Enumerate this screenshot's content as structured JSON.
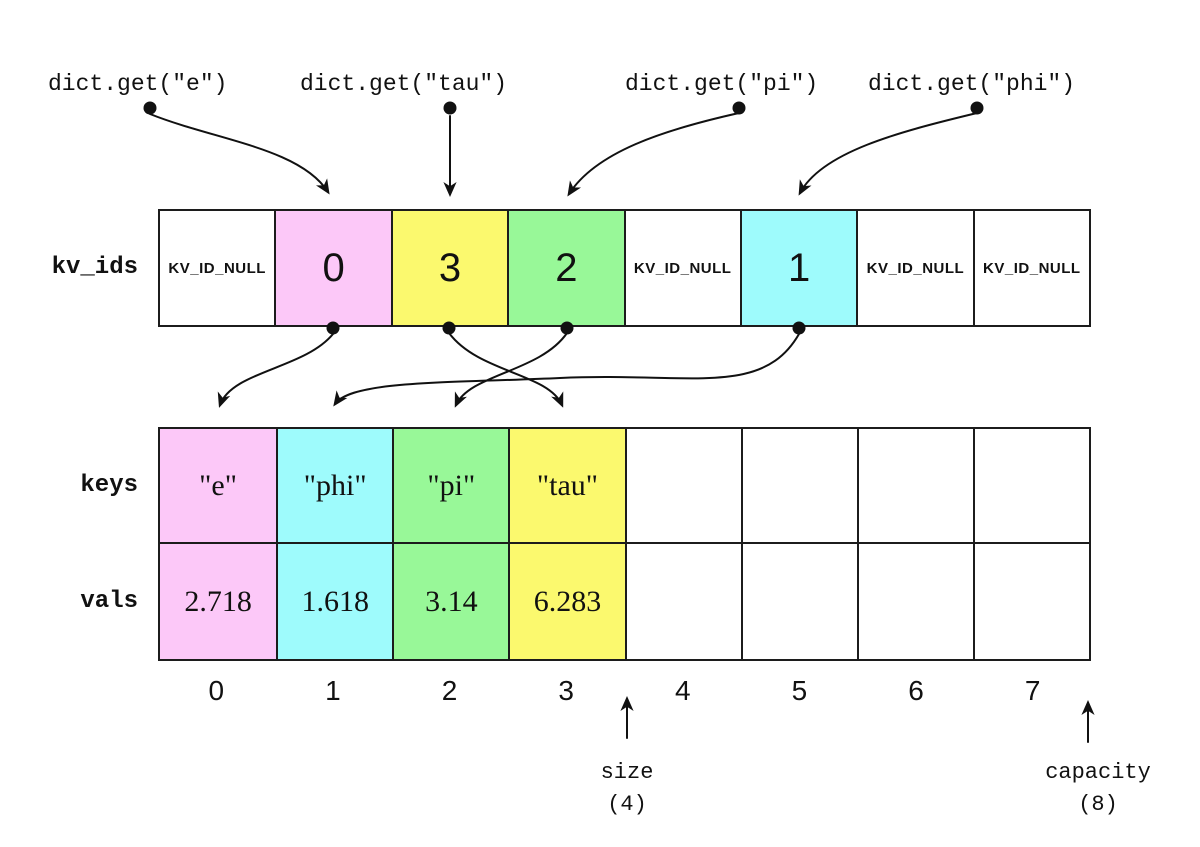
{
  "queries": [
    {
      "label": "dict.get(\"e\")"
    },
    {
      "label": "dict.get(\"tau\")"
    },
    {
      "label": "dict.get(\"pi\")"
    },
    {
      "label": "dict.get(\"phi\")"
    }
  ],
  "rows": {
    "kv_ids": {
      "label": "kv_ids",
      "cells": [
        {
          "text": "KV_ID_NULL",
          "bg": "#ffffff"
        },
        {
          "text": "0",
          "bg": "#fcc8f8"
        },
        {
          "text": "3",
          "bg": "#fbf96e"
        },
        {
          "text": "2",
          "bg": "#98f898"
        },
        {
          "text": "KV_ID_NULL",
          "bg": "#ffffff"
        },
        {
          "text": "1",
          "bg": "#9efbfc"
        },
        {
          "text": "KV_ID_NULL",
          "bg": "#ffffff"
        },
        {
          "text": "KV_ID_NULL",
          "bg": "#ffffff"
        }
      ]
    },
    "keys": {
      "label": "keys",
      "cells": [
        {
          "text": "\"e\"",
          "bg": "#fcc8f8"
        },
        {
          "text": "\"phi\"",
          "bg": "#9efbfc"
        },
        {
          "text": "\"pi\"",
          "bg": "#98f898"
        },
        {
          "text": "\"tau\"",
          "bg": "#fbf96e"
        },
        {
          "text": "",
          "bg": "#ffffff"
        },
        {
          "text": "",
          "bg": "#ffffff"
        },
        {
          "text": "",
          "bg": "#ffffff"
        },
        {
          "text": "",
          "bg": "#ffffff"
        }
      ]
    },
    "vals": {
      "label": "vals",
      "cells": [
        {
          "text": "2.718",
          "bg": "#fcc8f8"
        },
        {
          "text": "1.618",
          "bg": "#9efbfc"
        },
        {
          "text": "3.14",
          "bg": "#98f898"
        },
        {
          "text": "6.283",
          "bg": "#fbf96e"
        },
        {
          "text": "",
          "bg": "#ffffff"
        },
        {
          "text": "",
          "bg": "#ffffff"
        },
        {
          "text": "",
          "bg": "#ffffff"
        },
        {
          "text": "",
          "bg": "#ffffff"
        }
      ]
    }
  },
  "indices": [
    "0",
    "1",
    "2",
    "3",
    "4",
    "5",
    "6",
    "7"
  ],
  "size_marker": {
    "label": "size",
    "value": "(4)"
  },
  "capacity_marker": {
    "label": "capacity",
    "value": "(8)"
  },
  "colors": {
    "pink": "#fcc8f8",
    "yellow": "#fbf96e",
    "green": "#98f898",
    "cyan": "#9efbfc",
    "line": "#111111"
  }
}
